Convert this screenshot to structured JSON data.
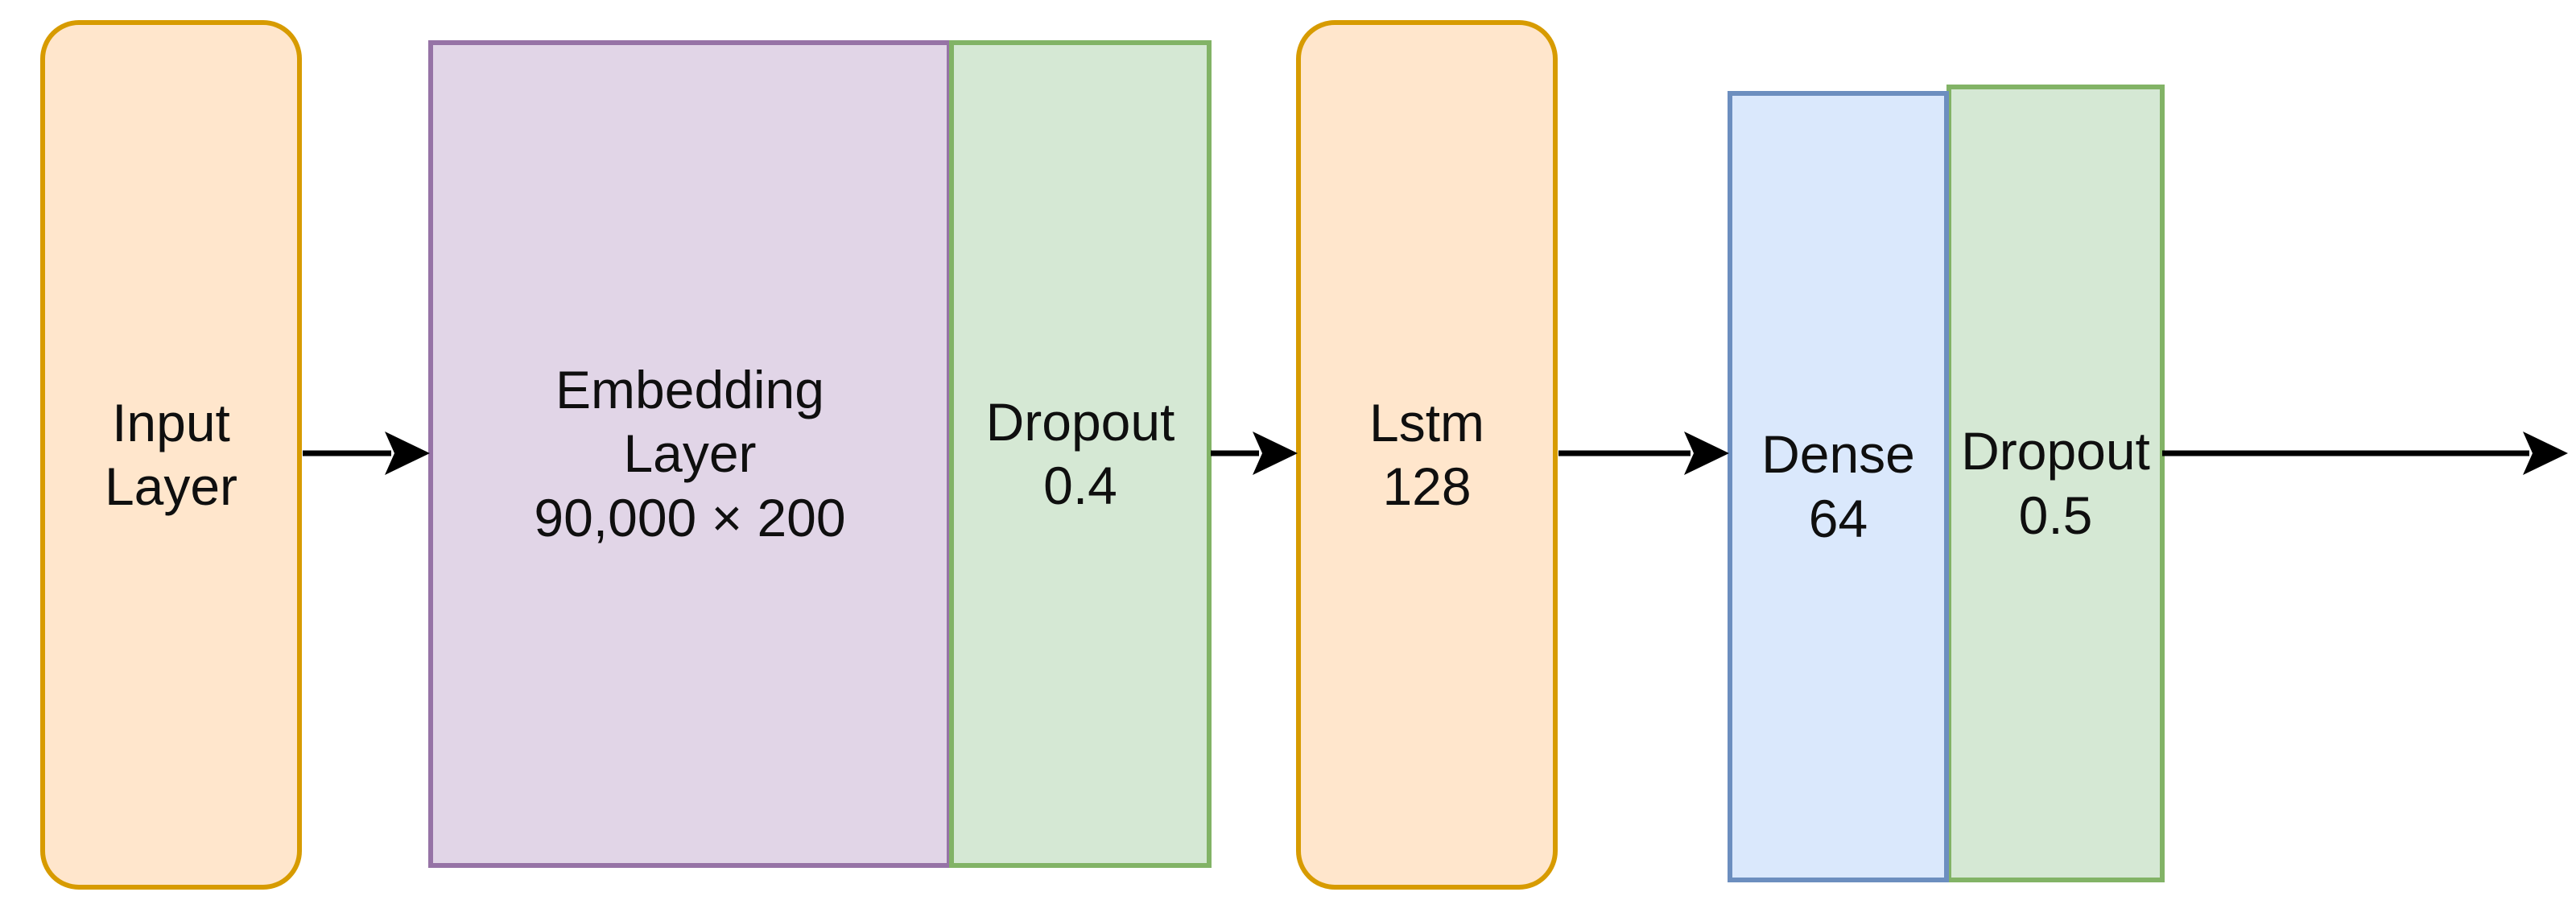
{
  "diagram": {
    "description": "Neural network architecture flow diagram",
    "background": "#ffffff",
    "arrow_color": "#000000",
    "nodes": [
      {
        "id": "input-layer",
        "label": "Input\nLayer",
        "shape": "rounded-rectangle",
        "fill": "#FFE6CC",
        "stroke": "#D79B00"
      },
      {
        "id": "embedding-layer",
        "label": "Embedding\nLayer\n90,000 × 200",
        "shape": "rectangle",
        "fill": "#E1D5E7",
        "stroke": "#9673A6"
      },
      {
        "id": "dropout-0-4",
        "label": "Dropout\n0.4",
        "shape": "rectangle",
        "fill": "#D5E8D4",
        "stroke": "#82B366"
      },
      {
        "id": "lstm-128",
        "label": "Lstm\n128",
        "shape": "rounded-rectangle",
        "fill": "#FFE6CC",
        "stroke": "#D79B00"
      },
      {
        "id": "dense-64",
        "label": "Dense\n64",
        "shape": "rectangle",
        "fill": "#DAE8FC",
        "stroke": "#6C8EBF"
      },
      {
        "id": "dropout-0-5",
        "label": "Dropout\n0.5",
        "shape": "rectangle",
        "fill": "#D5E8D4",
        "stroke": "#82B366"
      }
    ],
    "connections": [
      {
        "from": "input-layer",
        "to": "embedding-layer"
      },
      {
        "from": "dropout-0-4",
        "to": "lstm-128"
      },
      {
        "from": "lstm-128",
        "to": "dense-64"
      },
      {
        "from": "dropout-0-5",
        "to": "output"
      }
    ]
  }
}
